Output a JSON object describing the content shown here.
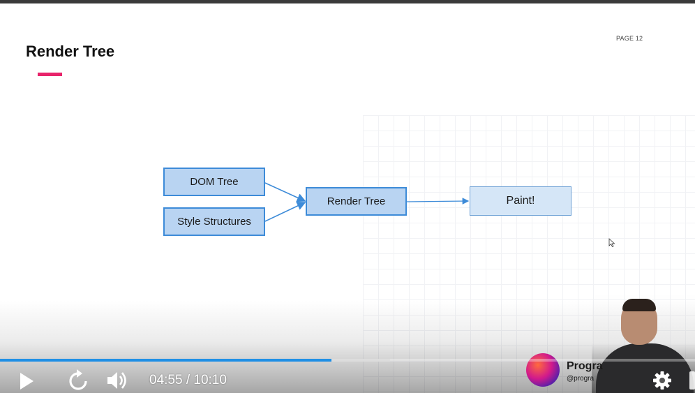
{
  "slide": {
    "title": "Render Tree",
    "page_label": "PAGE 12",
    "accent_color": "#e8246b"
  },
  "diagram": {
    "nodes": {
      "dom_tree": "DOM Tree",
      "style_structures": "Style Structures",
      "render_tree": "Render Tree",
      "paint": "Paint!"
    },
    "edges": [
      [
        "DOM Tree",
        "Render Tree"
      ],
      [
        "Style Structures",
        "Render Tree"
      ],
      [
        "Render Tree",
        "Paint!"
      ]
    ],
    "node_fill": "#b9d4f2",
    "node_border": "#3d8bd8"
  },
  "overlay": {
    "brand_name": "Progra",
    "brand_handle": "@progra"
  },
  "player": {
    "time": "04:55 / 10:10",
    "played_fraction": 0.477,
    "buffered_fraction": 0.561,
    "progress_color": "#1f8fe5",
    "icons": [
      "play-icon",
      "replay-icon",
      "volume-icon",
      "gear-icon"
    ]
  }
}
